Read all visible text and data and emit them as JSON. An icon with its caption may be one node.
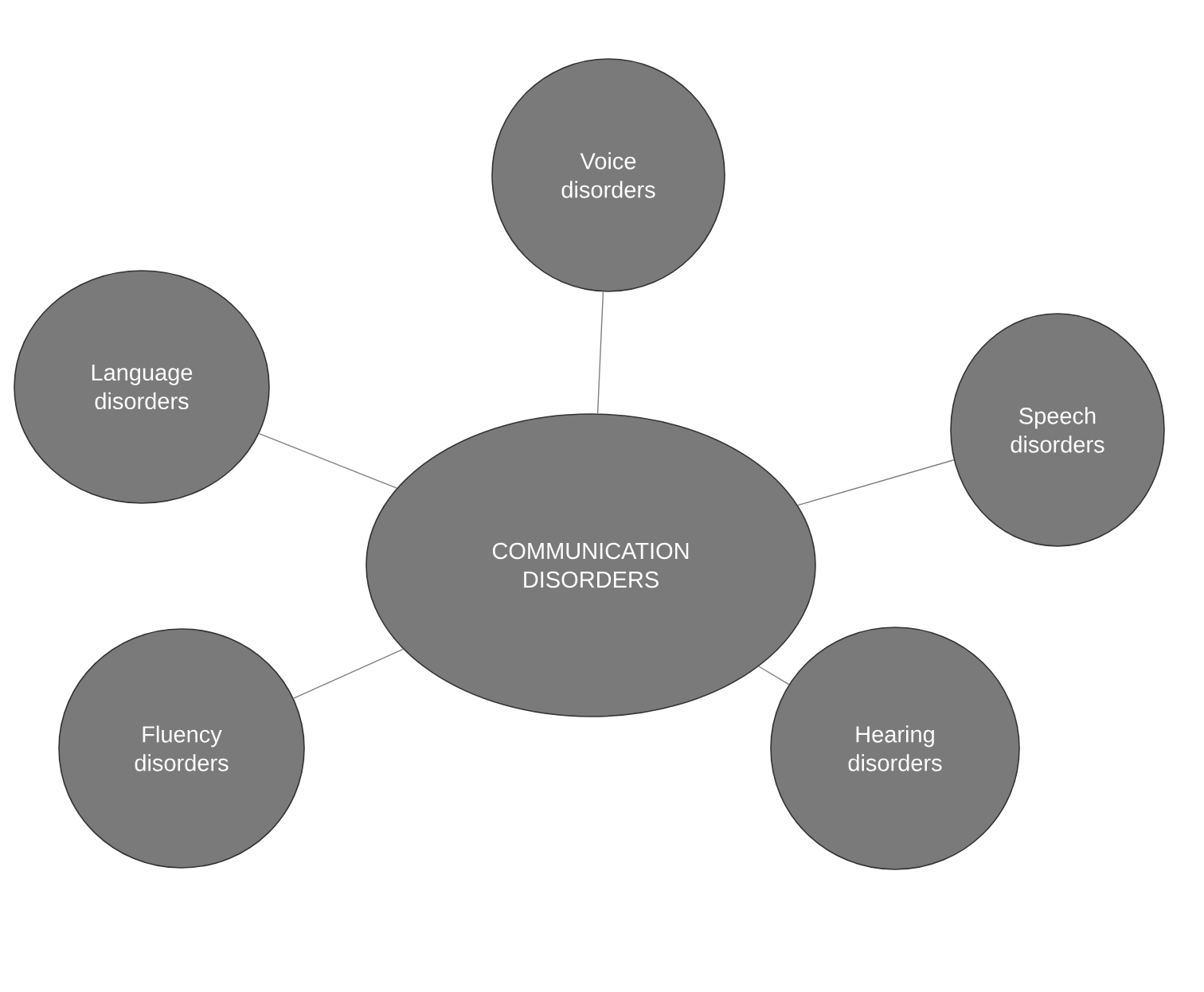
{
  "diagram": {
    "nodes": [
      {
        "text": [
          "Voice disorders"
        ]
      },
      {
        "text": [
          "Language disorders"
        ]
      },
      {
        "text": [
          "Speech disorders"
        ]
      },
      {
        "text": [
          "COMMUNICATION DISORDERS"
        ]
      },
      {
        "text": [
          "Fluency disorders"
        ]
      },
      {
        "text": [
          "Hearing disorders"
        ]
      }
    ],
    "edges": [
      {
        "from": 3,
        "to": 0,
        "arrow": "none"
      },
      {
        "from": 3,
        "to": 1,
        "arrow": "none"
      },
      {
        "from": 3,
        "to": 2,
        "arrow": "none"
      },
      {
        "from": 3,
        "to": 4,
        "arrow": "none"
      },
      {
        "from": 3,
        "to": 5,
        "arrow": "none"
      }
    ]
  }
}
